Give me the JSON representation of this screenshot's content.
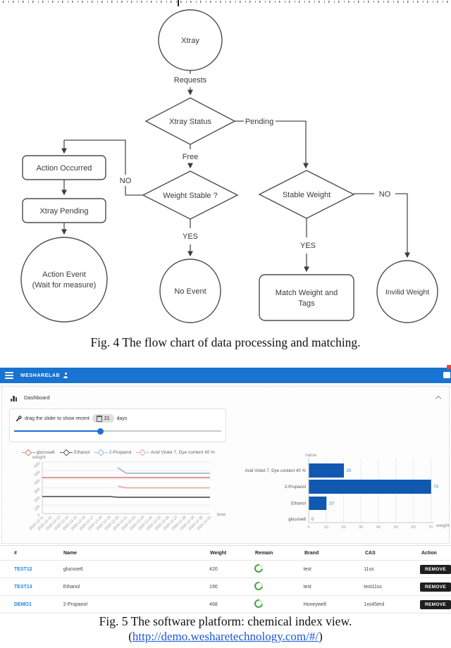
{
  "figure4": {
    "caption": "Fig. 4 The flow chart of data processing and matching.",
    "nodes": {
      "xtray": "Xtray",
      "xtray_status": "Xtray Status",
      "weight_stable": "Weight Stable ?",
      "stable_weight": "Stable Weight",
      "action_occurred": "Action Occurred",
      "xtray_pending": "Xtray Pending",
      "action_event_line1": "Action Event",
      "action_event_line2": "(Wait for measure)",
      "no_event": "No Event",
      "match_weight_line1": "Match Weight and",
      "match_weight_line2": "Tags",
      "invilid_weight": "Invilid Weight"
    },
    "edges": {
      "requests": "Requests",
      "pending": "Pending",
      "free": "Free",
      "no_left": "NO",
      "yes_left": "YES",
      "yes_right": "YES",
      "no_right": "NO"
    }
  },
  "figure5": {
    "appbar": {
      "title": "WESHARELAB",
      "icons": [
        "menu-icon",
        "user-icon",
        "flag-icon"
      ],
      "badge_color": "#e5473a",
      "bar_color": "#1973d1"
    },
    "dashboard_label": "Dashboard",
    "slider": {
      "icon": "wrench-icon",
      "text_before": "drag the slider to show recent",
      "chip_icon": "calendar-icon",
      "value": "21",
      "text_after": "days",
      "accent_color": "#1d6fd2"
    },
    "caption_line1": "Fig. 5 The software platform: chemical index view.",
    "caption_link": "http://demo.wesharetechnology.com/#/",
    "caption_paren_open": "(",
    "caption_paren_close": ")"
  },
  "chart_data": [
    {
      "type": "line",
      "ylabel": "weight",
      "xlabel": "time",
      "ylim": [
        0,
        600
      ],
      "yticks": [
        0,
        100,
        200,
        300,
        400,
        500,
        600
      ],
      "grid": true,
      "legend_position": "top",
      "x": [
        "2020-12-11",
        "2020-12-12",
        "2020-12-13",
        "2020-12-14",
        "2020-12-15",
        "2020-12-16",
        "2020-12-17",
        "2020-12-18",
        "2020-12-19",
        "2020-12-20",
        "2020-12-21",
        "2020-12-22",
        "2020-12-23",
        "2020-12-24",
        "2020-12-25",
        "2020-12-26",
        "2020-12-27",
        "2020-12-28",
        "2020-12-29",
        "2020-12-30",
        "2020-12-31"
      ],
      "series": [
        {
          "name": "glucose6",
          "color": "#d9796f",
          "values": [
            420,
            420,
            420,
            420,
            420,
            420,
            420,
            420,
            420,
            420,
            420,
            420,
            420,
            420,
            420,
            420,
            420,
            420,
            420,
            420,
            420
          ]
        },
        {
          "name": "Ethanol",
          "color": "#4a5560",
          "values": [
            200,
            200,
            200,
            200,
            200,
            200,
            200,
            200,
            200,
            190,
            190,
            190,
            190,
            190,
            190,
            190,
            190,
            190,
            190,
            190,
            190
          ]
        },
        {
          "name": "2-Propanol",
          "color": "#96b6d8",
          "values": [
            null,
            null,
            null,
            null,
            null,
            null,
            null,
            null,
            null,
            535,
            470,
            470,
            470,
            470,
            470,
            470,
            470,
            470,
            470,
            470,
            470
          ]
        },
        {
          "name": "Acid Violet 7, Dye content 40 %",
          "color": "#e3a8a1",
          "values": [
            null,
            null,
            null,
            null,
            null,
            null,
            null,
            null,
            null,
            320,
            300,
            300,
            300,
            300,
            300,
            300,
            300,
            300,
            300,
            300,
            300
          ]
        }
      ]
    },
    {
      "type": "bar",
      "orientation": "horizontal",
      "ylabel": "name",
      "xlabel": "weight",
      "xlim": [
        0,
        70
      ],
      "xticks": [
        0,
        10,
        20,
        30,
        40,
        50,
        60,
        70
      ],
      "grid": true,
      "bar_color": "#1158b0",
      "value_label_color": "#1e88e5",
      "categories": [
        "Acid Violet 7, Dye content 40 %",
        "2-Propanol",
        "Ethanol",
        "glucose6"
      ],
      "values": [
        20,
        70,
        10,
        0
      ]
    }
  ],
  "table": {
    "headers": [
      "#",
      "Name",
      "Weight",
      "Remain",
      "Brand",
      "CAS",
      "Action"
    ],
    "remain_icon": "green-progress-ring",
    "rows": [
      {
        "id": "TEST12",
        "name": "glucose6",
        "weight": "420",
        "brand": "test",
        "cas": "11ss",
        "action": "REMOVE"
      },
      {
        "id": "TEST13",
        "name": "Ethanol",
        "weight": "190",
        "brand": "test",
        "cas": "test11ss",
        "action": "REMOVE"
      },
      {
        "id": "DEMO1",
        "name": "2-Propanol",
        "weight": "468",
        "brand": "Honeywell",
        "cas": "1xs45erd",
        "action": "REMOVE"
      }
    ]
  }
}
